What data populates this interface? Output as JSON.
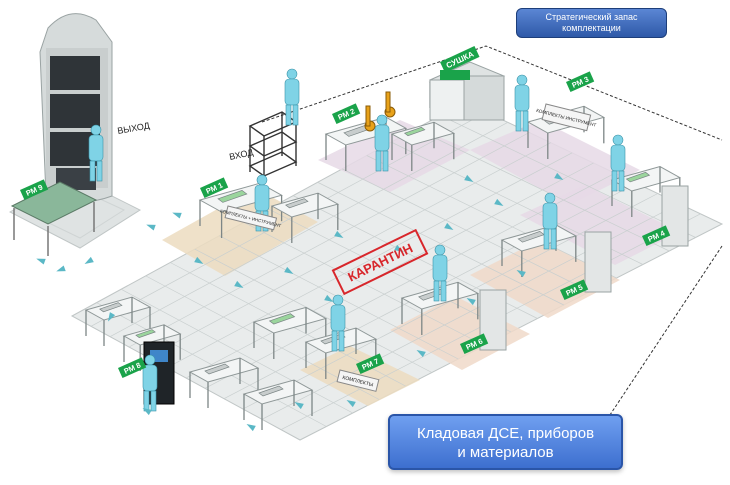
{
  "title_banner": {
    "line1": "Стратегический запас",
    "line2": "комплектации"
  },
  "store_banner": {
    "line1": "Кладовая ДСЕ, приборов",
    "line2": "и материалов"
  },
  "quarantine_label": "КАРАНТИН",
  "entrance_label": "ВХОД",
  "exit_label": "ВЫХОД",
  "drying_label": "СУШКА",
  "workstations": [
    "РМ 1",
    "РМ 2",
    "РМ 3",
    "РМ 4",
    "РМ 5",
    "РМ 6",
    "РМ 7",
    "РМ 8",
    "РМ 9"
  ],
  "station_signs": {
    "rm1": "КОМПЛЕКТЫ + ИНСТРУМЕНТ",
    "rm3": "КОМПЛЕКТЫ ИНСТРУМЕНТ",
    "rm7": "КОМПЛЕКТЫ"
  },
  "colors": {
    "floor": "#e9ecec",
    "grid": "#c9cfcf",
    "zone_tan": "#ecdcc0",
    "zone_lilac": "#e6d9e6",
    "zone_peach": "#f0d9c9",
    "rm_green": "#1aa34a",
    "worker": "#7fd3e6",
    "quarantine_red": "#d8262b",
    "banner_blue": "#3d6fcf"
  }
}
